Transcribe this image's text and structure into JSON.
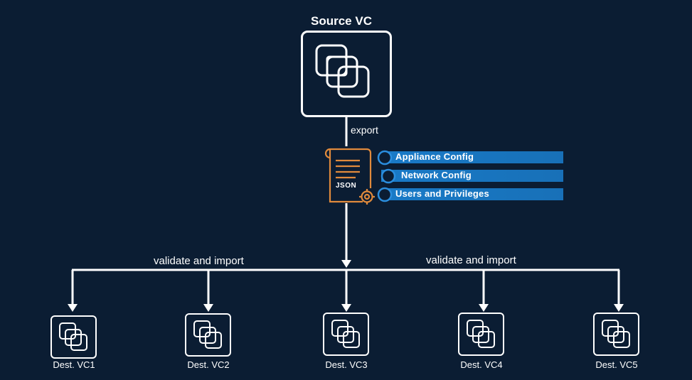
{
  "source": {
    "title": "Source VC",
    "icon": "vcenter-logo-icon"
  },
  "export_label": "export",
  "json_file": {
    "label": "JSON",
    "icon": "json-document-gear-icon",
    "color": "#e08a3c"
  },
  "config_items": [
    {
      "label": "Appliance Config"
    },
    {
      "label": "Network Config"
    },
    {
      "label": "Users and Privileges"
    }
  ],
  "import_labels": {
    "left": "validate and import",
    "right": "validate and import"
  },
  "destinations": [
    {
      "label": "Dest. VC1"
    },
    {
      "label": "Dest. VC2"
    },
    {
      "label": "Dest. VC3"
    },
    {
      "label": "Dest. VC4"
    },
    {
      "label": "Dest. VC5"
    }
  ],
  "colors": {
    "background": "#0b1d33",
    "line": "#ffffff",
    "config_band": "#1a7fcf",
    "json_icon": "#e08a3c"
  }
}
